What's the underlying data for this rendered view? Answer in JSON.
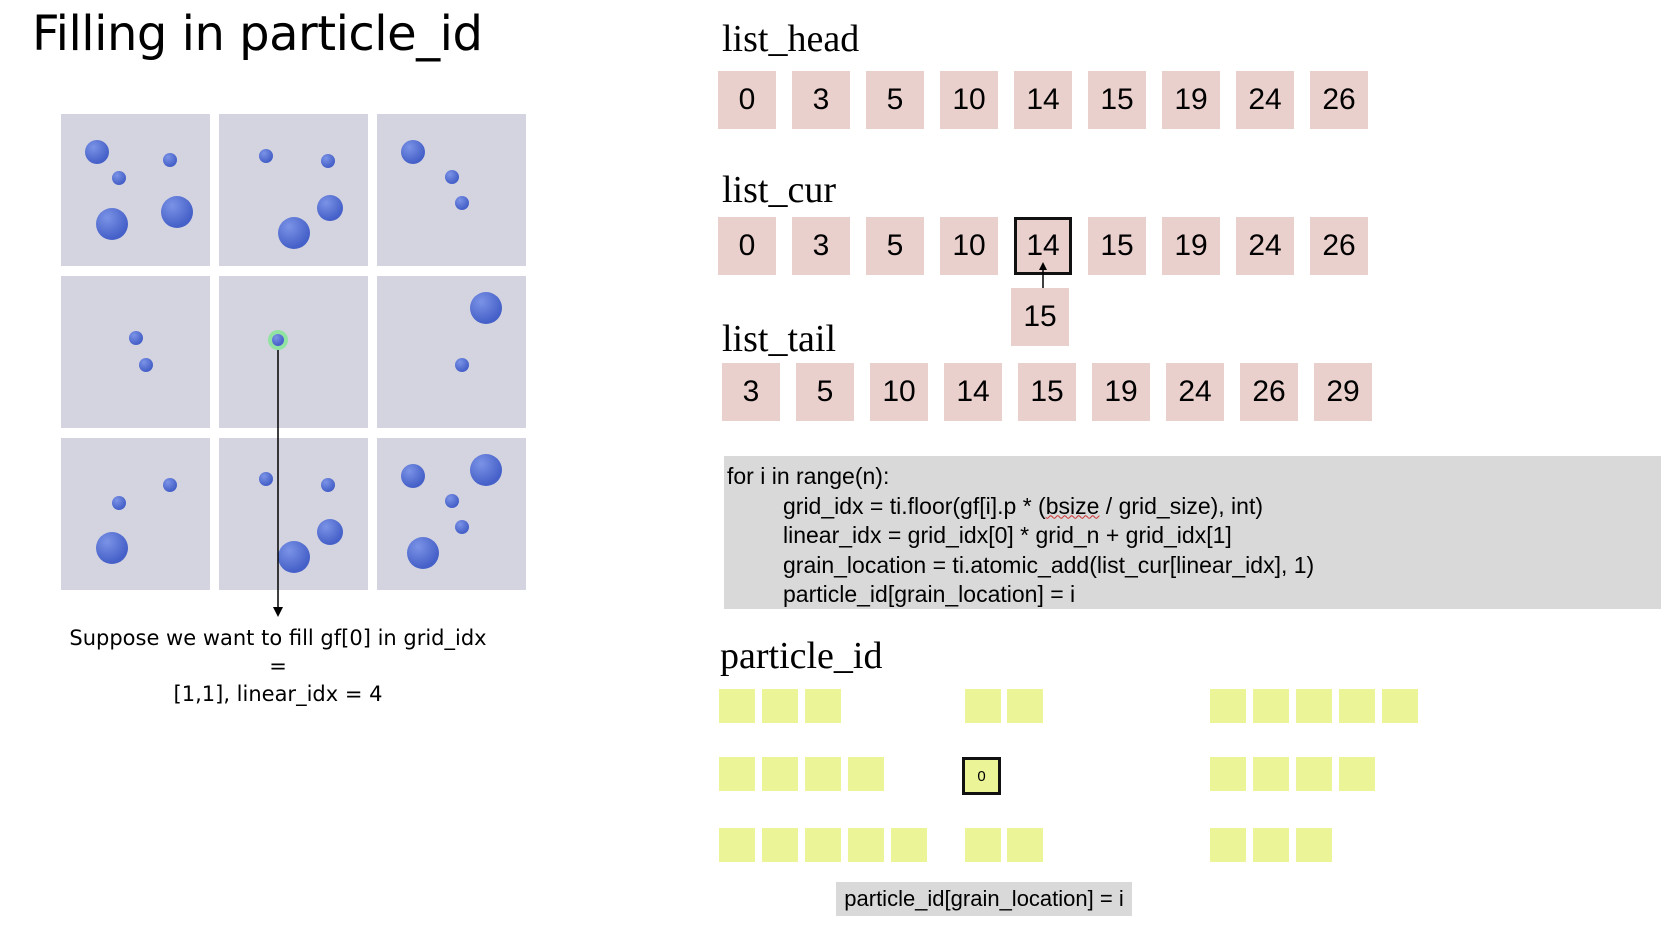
{
  "title": "Filling in particle_id",
  "list_head": {
    "label": "list_head",
    "values": [
      "0",
      "3",
      "5",
      "10",
      "14",
      "15",
      "19",
      "24",
      "26"
    ]
  },
  "list_cur": {
    "label": "list_cur",
    "values": [
      "0",
      "3",
      "5",
      "10",
      "14",
      "15",
      "19",
      "24",
      "26"
    ],
    "highlight_index": 4,
    "annotation": "15"
  },
  "list_tail": {
    "label": "list_tail",
    "values": [
      "3",
      "5",
      "10",
      "14",
      "15",
      "19",
      "24",
      "26",
      "29"
    ]
  },
  "grid_caption": {
    "line1": "Suppose we want to fill gf[0] in grid_idx =",
    "line2": "[1,1], linear_idx = 4"
  },
  "code": {
    "line1": "for i in range(n):",
    "line2_a": "grid_idx = ti.floor(gf[i].p * (",
    "line2_squiggle": "bsize",
    "line2_b": " / grid_size), int)",
    "line3": "linear_idx = grid_idx[0] * grid_n + grid_idx[1]",
    "line4": "grain_location = ti.atomic_add(list_cur[linear_idx], 1)",
    "line5": "particle_id[grain_location] = i"
  },
  "particle_id": {
    "label": "particle_id",
    "highlight_value": "0"
  },
  "bottom_code": "particle_id[grain_location] = i",
  "colors": {
    "cell": "#ead0cd",
    "particle_slot": "#ebf598",
    "grid_cell": "#d4d4e0",
    "particle": "#4f6bd0",
    "code_bg": "#d9d9d9",
    "selected_ring": "#90e3a0"
  }
}
